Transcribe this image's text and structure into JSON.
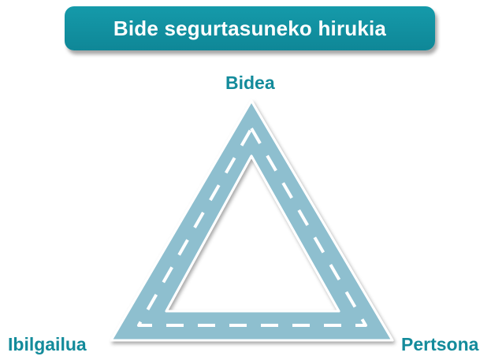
{
  "title": "Bide segurtasuneko hirukia",
  "vertices": {
    "top": "Bidea",
    "left": "Ibilgailua",
    "right": "Pertsona"
  },
  "colors": {
    "title_bg": "#1192a2",
    "title_text": "#ffffff",
    "label_text": "#138b9b",
    "road": "#8ebfcf",
    "road_dash": "#ffffff"
  }
}
